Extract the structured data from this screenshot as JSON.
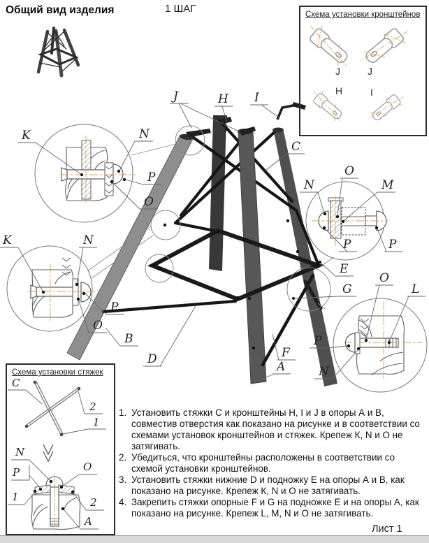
{
  "header": {
    "overview_title": "Общий вид изделия",
    "step_title": "1 ШАГ"
  },
  "bracket_scheme": {
    "title": "Схема установки кронштейнов",
    "labels": [
      "J",
      "J",
      "H",
      "I"
    ]
  },
  "tie_scheme": {
    "title": "Схема установки стяжек"
  },
  "labels": {
    "A": "A",
    "B": "B",
    "C": "C",
    "D": "D",
    "E": "E",
    "F": "F",
    "G": "G",
    "H": "H",
    "I": "I",
    "J": "J",
    "K": "K",
    "L": "L",
    "M": "M",
    "N": "N",
    "O": "O",
    "P": "P",
    "n1": "1",
    "n2": "2"
  },
  "instructions": [
    {
      "num": "1.",
      "text": "Установить стяжки С и кронштейны H, I и J в опоры А и В, совместив отверстия как показано на рисунке и в соответствии со схемами установок кронштейнов и стяжек. Крепеж К, N и О не затягивать."
    },
    {
      "num": "2.",
      "text": "Убедиться, что кронштейны расположены в соответствии со схемой установки кронштейнов."
    },
    {
      "num": "3.",
      "text": "Установить стяжки нижние D и подножку Е на опоры А и В, как показано на рисунке. Крепеж К, N и О не затягивать."
    },
    {
      "num": "4.",
      "text": "Закрепить стяжки опорные F и G на подножке Е и на опоры А, как показано на рисунке. Крепеж L, M, N и О не затягивать."
    }
  ],
  "footer": {
    "sheet": "Лист 1"
  },
  "colors": {
    "centerline_accent": "#E2A13F",
    "ink": "#161616",
    "metal_dark": "#3b3b3b",
    "metal_light": "#8e8e8e",
    "thin_line": "#6a6a6a"
  }
}
